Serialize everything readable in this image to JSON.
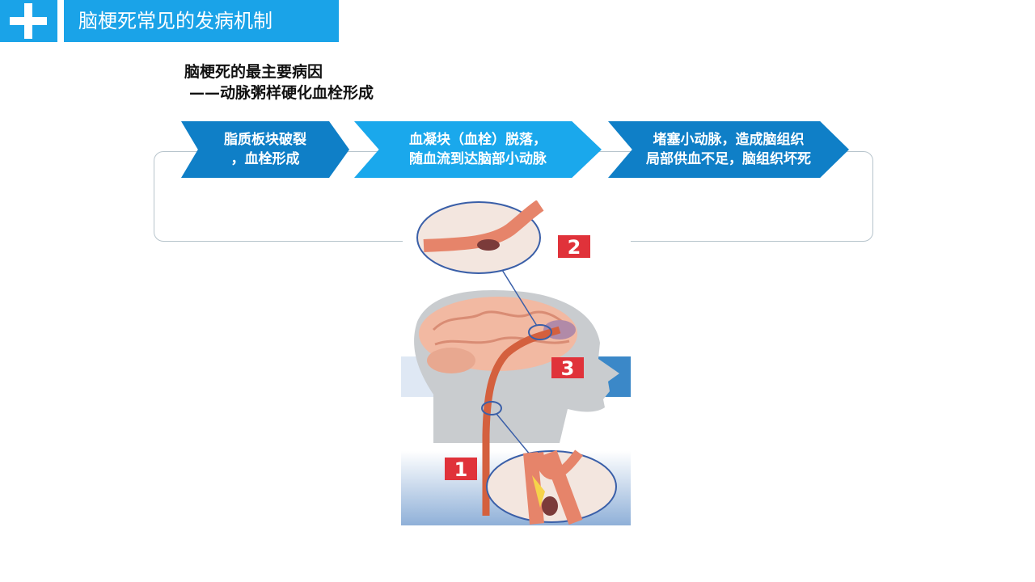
{
  "header": {
    "title": "脑梗死常见的发病机制"
  },
  "heading": {
    "line1": "脑梗死的最主要病因",
    "line2": "——动脉粥样硬化血栓形成"
  },
  "steps": [
    {
      "line1": "脂质板块破裂",
      "line2": "，血栓形成"
    },
    {
      "line1": "血凝块（血栓）脱落，",
      "line2": "随血流到达脑部小动脉"
    },
    {
      "line1": "堵塞小动脉，造成脑组织",
      "line2": "局部供血不足，脑组织坏死"
    }
  ],
  "illustration": {
    "marker1": "1",
    "marker2": "2",
    "marker3": "3"
  },
  "colors": {
    "accent": "#1aa3e8",
    "dark_blue": "#0f7fc7",
    "marker_red": "#e0323a"
  }
}
